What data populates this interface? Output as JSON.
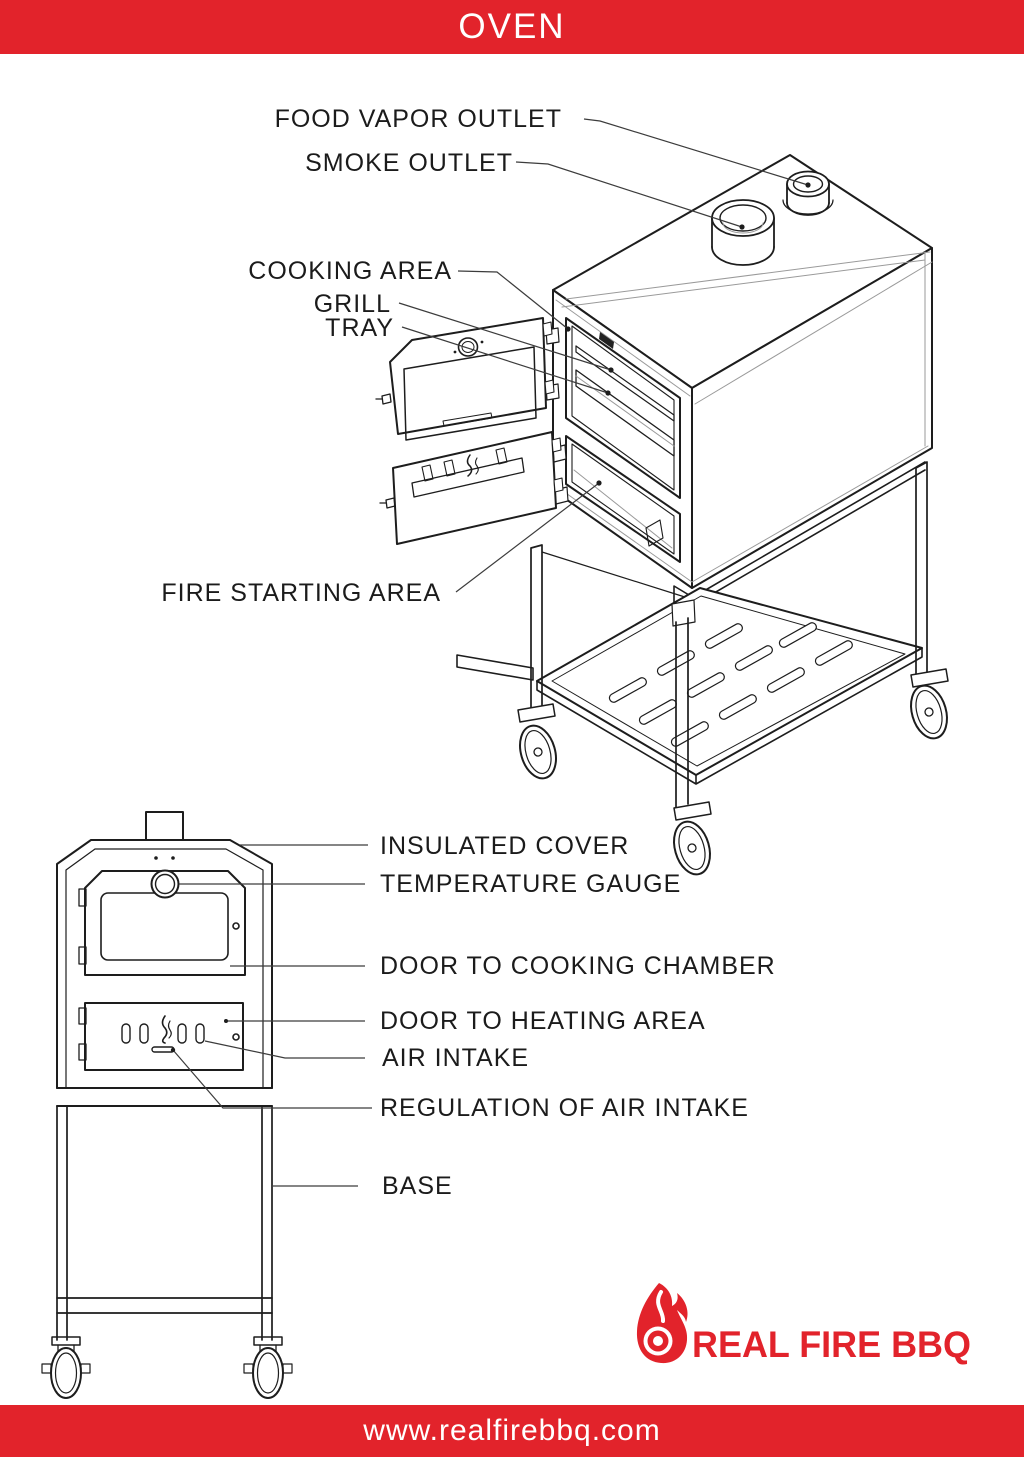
{
  "header": {
    "title": "OVEN"
  },
  "footer": {
    "url": "www.realfirebbq.com"
  },
  "colors": {
    "banner_red": "#e2232b",
    "logo_red": "#e2232b",
    "line_black": "#1d1d1d"
  },
  "top_diagram": {
    "name": "oven-isometric-view",
    "labels": [
      {
        "id": "food-vapor-outlet",
        "text": "FOOD VAPOR OUTLET"
      },
      {
        "id": "smoke-outlet",
        "text": "SMOKE OUTLET"
      },
      {
        "id": "cooking-area",
        "text": "COOKING AREA"
      },
      {
        "id": "grill",
        "text": "GRILL"
      },
      {
        "id": "tray",
        "text": "TRAY"
      },
      {
        "id": "fire-starting-area",
        "text": "FIRE STARTING AREA"
      }
    ]
  },
  "front_diagram": {
    "name": "oven-front-view",
    "labels": [
      {
        "id": "insulated-cover",
        "text": "INSULATED COVER"
      },
      {
        "id": "temperature-gauge",
        "text": "TEMPERATURE GAUGE"
      },
      {
        "id": "door-cooking-chamber",
        "text": "DOOR TO COOKING CHAMBER"
      },
      {
        "id": "door-heating-area",
        "text": "DOOR TO HEATING AREA"
      },
      {
        "id": "air-intake",
        "text": "AIR INTAKE"
      },
      {
        "id": "regulation-air-intake",
        "text": "REGULATION OF AIR INTAKE"
      },
      {
        "id": "base",
        "text": "BASE"
      }
    ]
  },
  "logo": {
    "brand": "REAL FIRE BBQ",
    "icon": "flame-icon"
  }
}
